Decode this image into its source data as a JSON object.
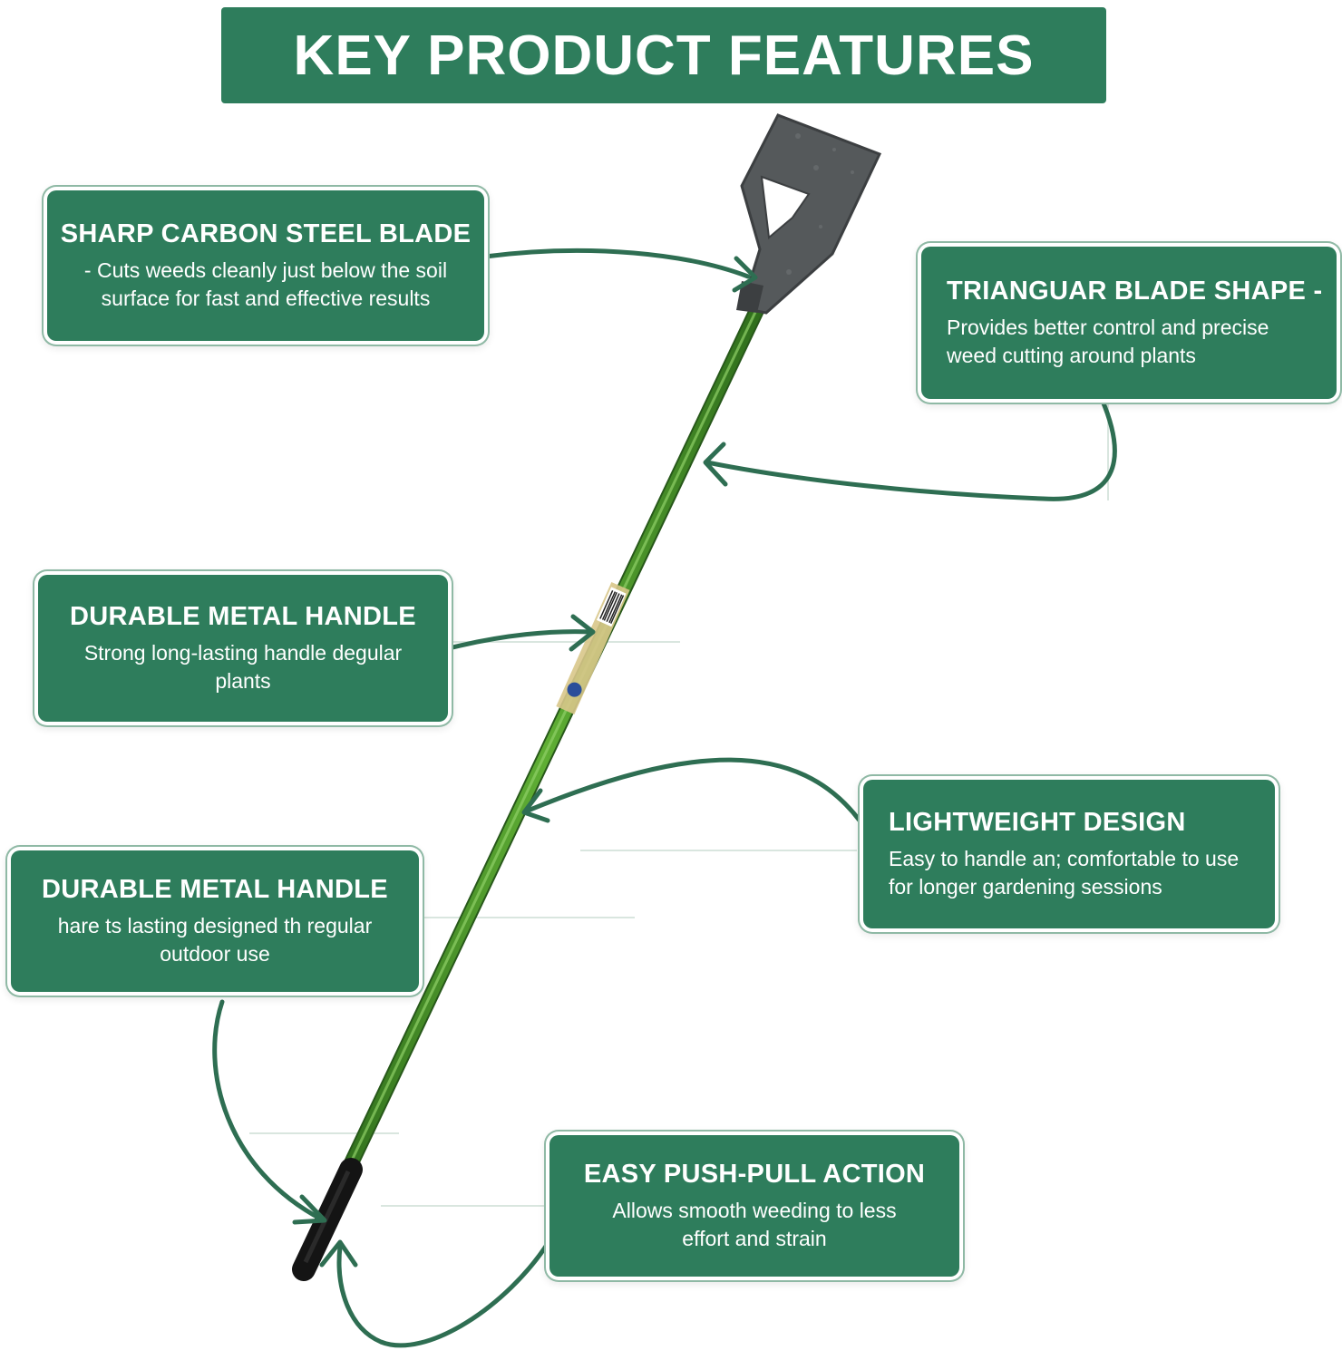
{
  "title": "KEY PRODUCT FEATURES",
  "colors": {
    "card_green": "#2e7d5c",
    "arrow_green": "#2e6e52",
    "handle_green": "#4e9a2c",
    "blade_gray": "#5a5e60",
    "grip_black": "#1a1a1a"
  },
  "features": [
    {
      "title": "SHARP CARBON STEEL BLADE",
      "description": "- Cuts weeds cleanly just below the soil surface for fast and effective results"
    },
    {
      "title": "TRIANGUAR BLADE SHAPE -",
      "description": "Provides better control and precise weed cutting around plants"
    },
    {
      "title": "DURABLE METAL HANDLE",
      "description": "Strong long-lasting handle degular plants"
    },
    {
      "title": "LIGHTWEIGHT DESIGN",
      "description": "Easy to handle an; comfortable to use for longer gardening sessions"
    },
    {
      "title": "DURABLE METAL HANDLE",
      "description": "hare ts lasting designed th regular outdoor use"
    },
    {
      "title": "EASY PUSH-PULL ACTION",
      "description": "Allows smooth weeding to less effort and strain"
    }
  ],
  "product": {
    "name_icon": "dutch-hoe-illustration"
  }
}
